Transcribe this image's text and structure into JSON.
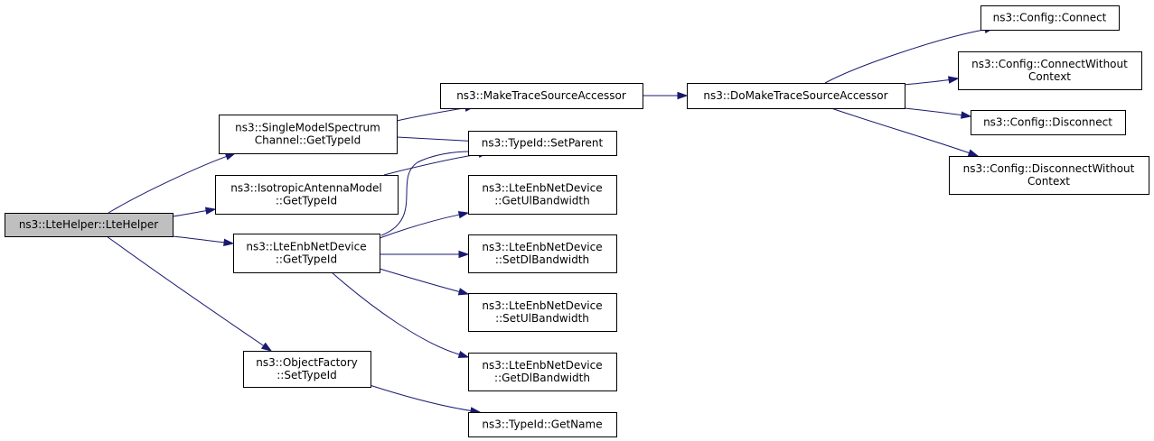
{
  "diagram": {
    "nodes": [
      {
        "id": "lte_helper",
        "lines": [
          "ns3::LteHelper::LteHelper"
        ],
        "root": true
      },
      {
        "id": "single_model",
        "lines": [
          "ns3::SingleModelSpectrum",
          "Channel::GetTypeId"
        ]
      },
      {
        "id": "isotropic",
        "lines": [
          "ns3::IsotropicAntennaModel",
          "::GetTypeId"
        ]
      },
      {
        "id": "enb_gettypeid",
        "lines": [
          "ns3::LteEnbNetDevice",
          "::GetTypeId"
        ]
      },
      {
        "id": "object_factory",
        "lines": [
          "ns3::ObjectFactory",
          "::SetTypeId"
        ]
      },
      {
        "id": "make_trace",
        "lines": [
          "ns3::MakeTraceSourceAccessor"
        ]
      },
      {
        "id": "set_parent",
        "lines": [
          "ns3::TypeId::SetParent"
        ]
      },
      {
        "id": "get_ul_bw",
        "lines": [
          "ns3::LteEnbNetDevice",
          "::GetUlBandwidth"
        ]
      },
      {
        "id": "set_dl_bw",
        "lines": [
          "ns3::LteEnbNetDevice",
          "::SetDlBandwidth"
        ]
      },
      {
        "id": "set_ul_bw",
        "lines": [
          "ns3::LteEnbNetDevice",
          "::SetUlBandwidth"
        ]
      },
      {
        "id": "get_dl_bw",
        "lines": [
          "ns3::LteEnbNetDevice",
          "::GetDlBandwidth"
        ]
      },
      {
        "id": "get_name",
        "lines": [
          "ns3::TypeId::GetName"
        ]
      },
      {
        "id": "do_make_trace",
        "lines": [
          "ns3::DoMakeTraceSourceAccessor"
        ]
      },
      {
        "id": "connect",
        "lines": [
          "ns3::Config::Connect"
        ]
      },
      {
        "id": "connect_wo",
        "lines": [
          "ns3::Config::ConnectWithout",
          "Context"
        ]
      },
      {
        "id": "disconnect",
        "lines": [
          "ns3::Config::Disconnect"
        ]
      },
      {
        "id": "disconnect_wo",
        "lines": [
          "ns3::Config::DisconnectWithout",
          "Context"
        ]
      }
    ],
    "edges": [
      {
        "from": "lte_helper",
        "to": "single_model"
      },
      {
        "from": "lte_helper",
        "to": "isotropic"
      },
      {
        "from": "lte_helper",
        "to": "enb_gettypeid"
      },
      {
        "from": "lte_helper",
        "to": "object_factory"
      },
      {
        "from": "single_model",
        "to": "make_trace"
      },
      {
        "from": "single_model",
        "to": "set_parent"
      },
      {
        "from": "isotropic",
        "to": "set_parent"
      },
      {
        "from": "enb_gettypeid",
        "to": "set_parent"
      },
      {
        "from": "enb_gettypeid",
        "to": "get_ul_bw"
      },
      {
        "from": "enb_gettypeid",
        "to": "set_dl_bw"
      },
      {
        "from": "enb_gettypeid",
        "to": "set_ul_bw"
      },
      {
        "from": "enb_gettypeid",
        "to": "get_dl_bw"
      },
      {
        "from": "object_factory",
        "to": "get_name"
      },
      {
        "from": "make_trace",
        "to": "do_make_trace"
      },
      {
        "from": "do_make_trace",
        "to": "connect"
      },
      {
        "from": "do_make_trace",
        "to": "connect_wo"
      },
      {
        "from": "do_make_trace",
        "to": "disconnect"
      },
      {
        "from": "do_make_trace",
        "to": "disconnect_wo"
      }
    ]
  }
}
